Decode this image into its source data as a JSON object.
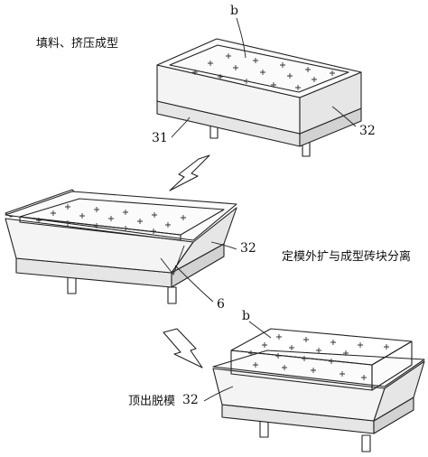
{
  "steps": [
    {
      "caption": "填料、挤压成型"
    },
    {
      "caption": "定模外扩与成型砖块分离"
    },
    {
      "caption": "顶出脱模"
    }
  ],
  "callouts": {
    "b_top": "b",
    "n31": "31",
    "n32_top": "32",
    "n32_mid": "32",
    "n6": "6",
    "b_bottom": "b",
    "n32_bottom": "32"
  }
}
